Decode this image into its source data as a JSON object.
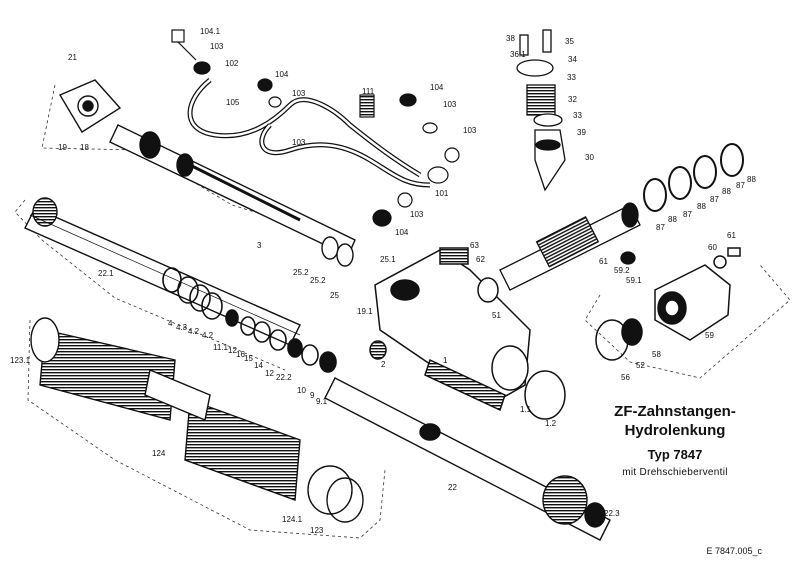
{
  "title": {
    "line1": "ZF-Zahnstangen-",
    "line2": "Hydrolenkung",
    "type": "Typ 7847",
    "subtitle": "mit  Drehschieberventil"
  },
  "document_code": "E 7847.005_c",
  "part_numbers": [
    "21",
    "104.1",
    "103",
    "102",
    "105",
    "104",
    "103",
    "103",
    "111",
    "104",
    "103",
    "103",
    "101",
    "103",
    "104",
    "38",
    "36.1",
    "35",
    "34",
    "33",
    "32",
    "39",
    "33",
    "30",
    "19",
    "18",
    "3",
    "22.1",
    "25.2",
    "25.2",
    "25",
    "25.1",
    "19.1",
    "63",
    "62",
    "51",
    "4",
    "4.3",
    "4.2",
    "4.2",
    "11.1",
    "12",
    "16",
    "15",
    "14",
    "12",
    "22.2",
    "10",
    "9",
    "9.1",
    "2",
    "1",
    "1.1",
    "1.2",
    "123.1",
    "124",
    "124.1",
    "123",
    "22",
    "22.3",
    "87",
    "88",
    "87",
    "88",
    "87",
    "88",
    "87",
    "88",
    "61",
    "59.2",
    "59.1",
    "60",
    "61",
    "59",
    "56",
    "52",
    "58"
  ]
}
